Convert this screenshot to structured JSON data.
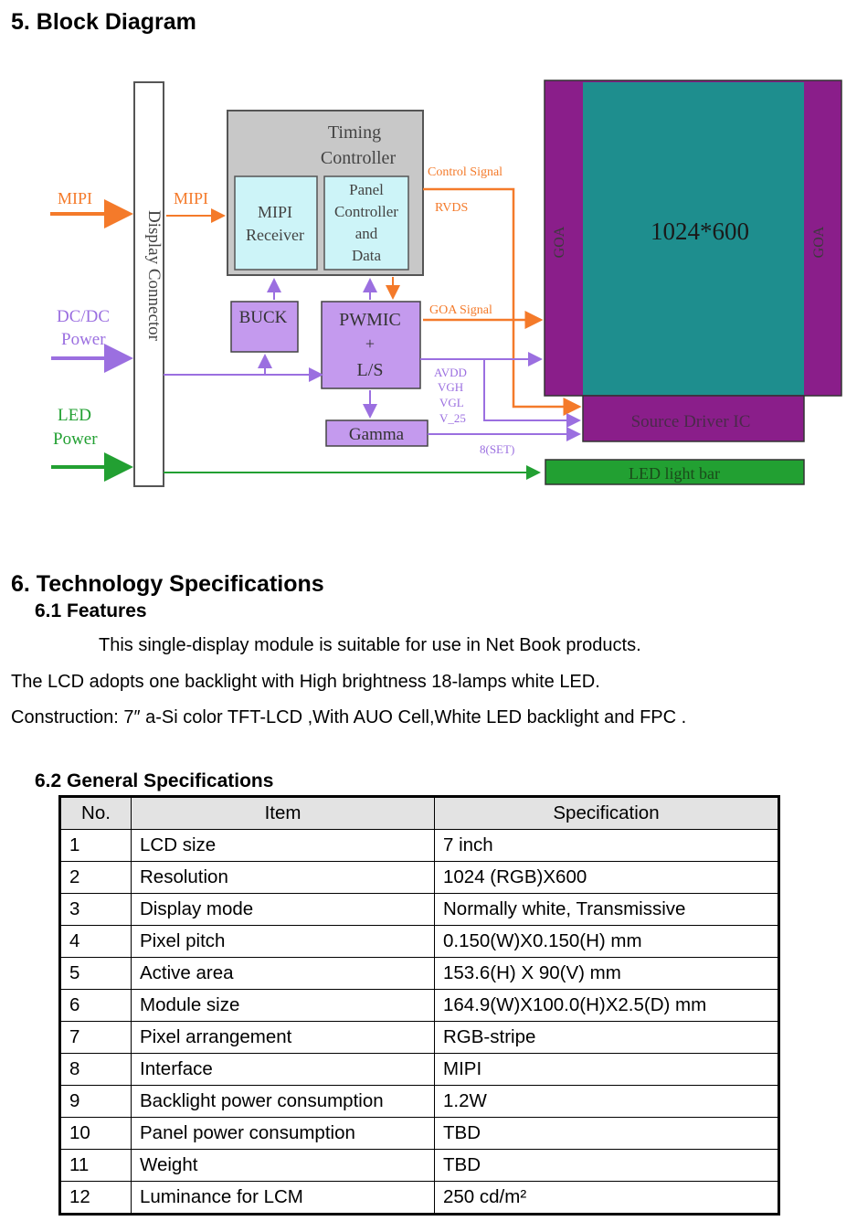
{
  "section5_title": "5. Block Diagram",
  "diagram": {
    "display_connector": "Display Connector",
    "tcon_line1": "Timing",
    "tcon_line2": "Controller",
    "mipi_receiver_line1": "MIPI",
    "mipi_receiver_line2": "Receiver",
    "panel_ctrl_line1": "Panel",
    "panel_ctrl_line2": "Controller",
    "panel_ctrl_line3": "and",
    "panel_ctrl_line4": "Data",
    "buck": "BUCK",
    "pwmic_line1": "PWMIC",
    "pwmic_line2": "+",
    "pwmic_line3": "L/S",
    "gamma": "Gamma",
    "mipi_in": "MIPI",
    "mipi_mid": "MIPI",
    "dcdc_line1": "DC/DC",
    "dcdc_line2": "Power",
    "led_line1": "LED",
    "led_line2": "Power",
    "control_signal": "Control Signal",
    "rvds": "RVDS",
    "goa_signal": "GOA Signal",
    "v_avdd": "AVDD",
    "v_vgh": "VGH",
    "v_vgl": "VGL",
    "v_v25": "V_25",
    "bus_8set": "8(SET)",
    "resolution": "1024*600",
    "goa_left": "GOA",
    "goa_right": "GOA",
    "source_driver": "Source Driver IC",
    "led_light_bar": "LED light bar",
    "colors": {
      "orange": "#f47a2a",
      "violet": "#9b6fe0",
      "green": "#22a032",
      "panel_teal": "#1e8e8e",
      "goa_purple": "#8a1e8a",
      "box_gray": "#c8c8c8",
      "box_cyan": "#cdf4f8",
      "box_lavender": "#c49aee"
    }
  },
  "section6_title": "6. Technology Specifications",
  "section61_title": "6.1 Features",
  "features": [
    "This single-display module is suitable for use in Net Book products.",
    "The LCD adopts one backlight with High brightness 18-lamps white LED.",
    "Construction: 7″    a-Si color TFT-LCD ,With AUO Cell,White LED backlight and FPC ."
  ],
  "section62_title": "6.2 General Specifications",
  "table": {
    "headers": [
      "No.",
      "Item",
      "Specification"
    ],
    "rows": [
      [
        "1",
        "LCD size",
        "7 inch"
      ],
      [
        "2",
        "Resolution",
        "1024 (RGB)X600"
      ],
      [
        "3",
        "Display mode",
        "Normally white, Transmissive"
      ],
      [
        "4",
        "Pixel pitch",
        "0.150(W)X0.150(H) mm"
      ],
      [
        "5",
        "Active area",
        "153.6(H) X 90(V) mm"
      ],
      [
        "6",
        "Module size",
        "164.9(W)X100.0(H)X2.5(D) mm"
      ],
      [
        "7",
        "Pixel arrangement",
        "RGB-stripe"
      ],
      [
        "8",
        "Interface",
        "MIPI"
      ],
      [
        "9",
        "Backlight power consumption",
        "1.2W"
      ],
      [
        "10",
        "Panel power consumption",
        "TBD"
      ],
      [
        "11",
        "Weight",
        "TBD"
      ],
      [
        "12",
        "Luminance for LCM",
        "250 cd/m²"
      ]
    ]
  }
}
